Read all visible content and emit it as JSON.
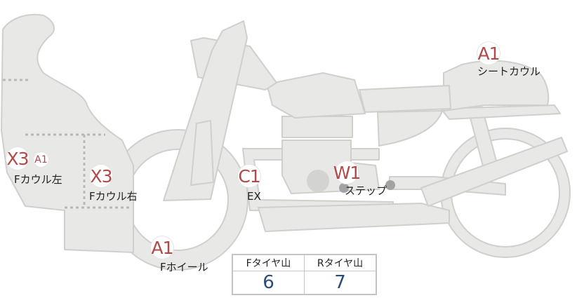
{
  "parts": {
    "seat_cowl": {
      "code": "A1",
      "label": "シートカウル"
    },
    "front_cowl_left": {
      "code": "X3",
      "sub_code": "A1",
      "label": "Fカウル左"
    },
    "front_cowl_right": {
      "code": "X3",
      "label": "Fカウル右"
    },
    "exhaust": {
      "code": "C1",
      "label": "EX"
    },
    "step": {
      "code": "W1",
      "label": "ステップ"
    },
    "front_wheel": {
      "code": "A1",
      "label": "Fホイール"
    }
  },
  "tread_table": {
    "front_header": "Fタイヤ山",
    "rear_header": "Rタイヤ山",
    "front_value": "6",
    "rear_value": "7"
  },
  "colors": {
    "body_fill": "#e8e8e6",
    "body_stroke": "#cfcfcc",
    "badge_text": "#b04a48",
    "value_text": "#2c4b7a"
  }
}
